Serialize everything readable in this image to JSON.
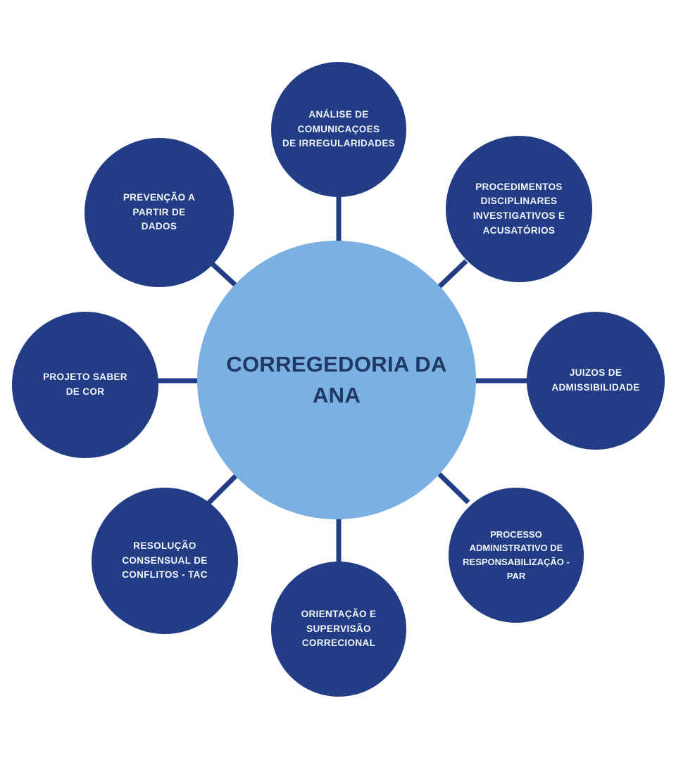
{
  "diagram": {
    "type": "hub-and-spoke",
    "hub": {
      "label": "CORREGEDORIA DA ANA",
      "fill_color": "#7BB0E2",
      "text_color": "#1F3864"
    },
    "spoke_fill_color": "#223C85",
    "spoke_text_color": "#F2F5FA",
    "connector_color": "#223C85",
    "background_color": "#FFFFFF",
    "spokes": [
      {
        "id": "analise-comunicacoes",
        "label": "ANÁLISE DE\nCOMUNICAÇOES\nDE IRREGULARIDADES",
        "position": "top",
        "angle_deg": 90
      },
      {
        "id": "procedimentos-disciplinares",
        "label": "PROCEDIMENTOS\nDISCIPLINARES\nINVESTIGATIVOS E\nACUSATÓRIOS",
        "position": "top-right",
        "angle_deg": 45
      },
      {
        "id": "juizos-admissibilidade",
        "label": "JUIZOS DE\nADMISSIBILIDADE",
        "position": "right",
        "angle_deg": 0
      },
      {
        "id": "processo-administrativo-par",
        "label": "PROCESSO\nADMINISTRATIVO DE\nRESPONSABILIZAÇÃO -\nPAR",
        "position": "bottom-right",
        "angle_deg": -45
      },
      {
        "id": "orientacao-supervisao",
        "label": "ORIENTAÇÃO E\nSUPERVISÃO\nCORRECIONAL",
        "position": "bottom",
        "angle_deg": -90
      },
      {
        "id": "resolucao-consensual-tac",
        "label": "RESOLUÇÃO\nCONSENSUAL DE\nCONFLITOS - TAC",
        "position": "bottom-left",
        "angle_deg": -135
      },
      {
        "id": "projeto-saber-de-cor",
        "label": "PROJETO SABER\nDE COR",
        "position": "left",
        "angle_deg": 180
      },
      {
        "id": "prevencao-dados",
        "label": "PREVENÇÃO A\nPARTIR DE\nDADOS",
        "position": "top-left",
        "angle_deg": 135
      }
    ]
  }
}
